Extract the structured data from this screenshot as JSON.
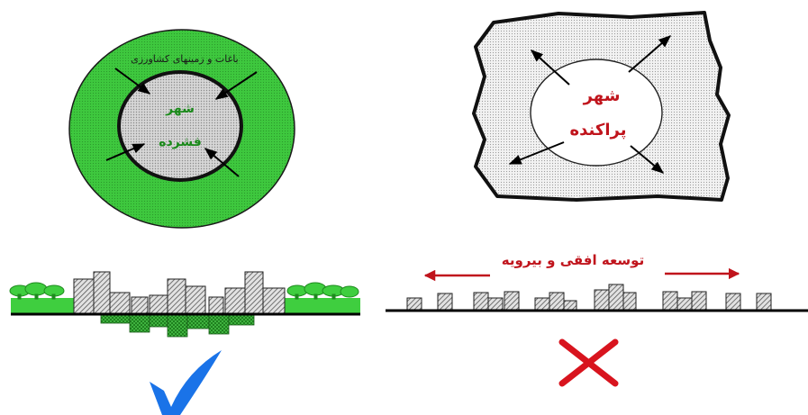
{
  "compact_city": {
    "belt_label": "باغات و زمینهای کشاورزی",
    "core_label_1": "شهر",
    "core_label_2": "فشرده"
  },
  "sprawl_city": {
    "label_1": "شهر",
    "label_2": "پراکنده"
  },
  "horizontal_growth": {
    "label": "توسعه افقی و بیرویه"
  },
  "colors": {
    "green_belt": "#3ec83e",
    "compact_core": "#cfcfcf",
    "red_text": "#c0141c",
    "check_blue": "#1a73e8",
    "cross_red": "#d8141e"
  },
  "marks": {
    "approved": "check-mark",
    "rejected": "cross-mark"
  }
}
